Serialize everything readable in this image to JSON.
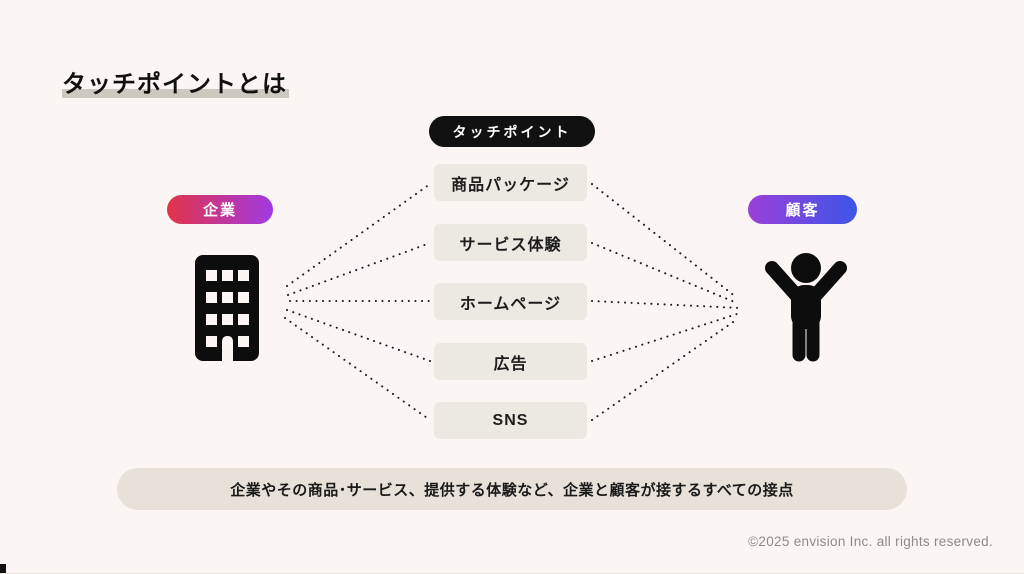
{
  "slide": {
    "title": "タッチポイントとは",
    "center_badge": "タッチポイント",
    "left_entity": {
      "label": "企業",
      "icon": "building-icon"
    },
    "right_entity": {
      "label": "顧客",
      "icon": "person-icon"
    },
    "touchpoints": [
      "商品パッケージ",
      "サービス体験",
      "ホームページ",
      "広告",
      "SNS"
    ],
    "summary": "企業やその商品･サービス、提供する体験など、企業と顧客が接するすべての接点",
    "footer": "©2025 envision Inc. all rights reserved."
  },
  "theme": {
    "bg": "#fbf6f3",
    "badge_bg": "#111111",
    "badge_text": "#ffffff",
    "box_bg": "#ece8e2",
    "box_text": "#1c1c1c",
    "enterprise_gradient_start": "#e23349",
    "enterprise_gradient_end": "#a13ae2",
    "customer_gradient_start": "#9a3fd9",
    "customer_gradient_end": "#3e55e8",
    "underline": "#cdc9c1",
    "summary_bg": "#e7e1da",
    "footer_text": "#8e8a88",
    "line_color": "#1c1c1c",
    "icon_color": "#0d0d0d"
  }
}
